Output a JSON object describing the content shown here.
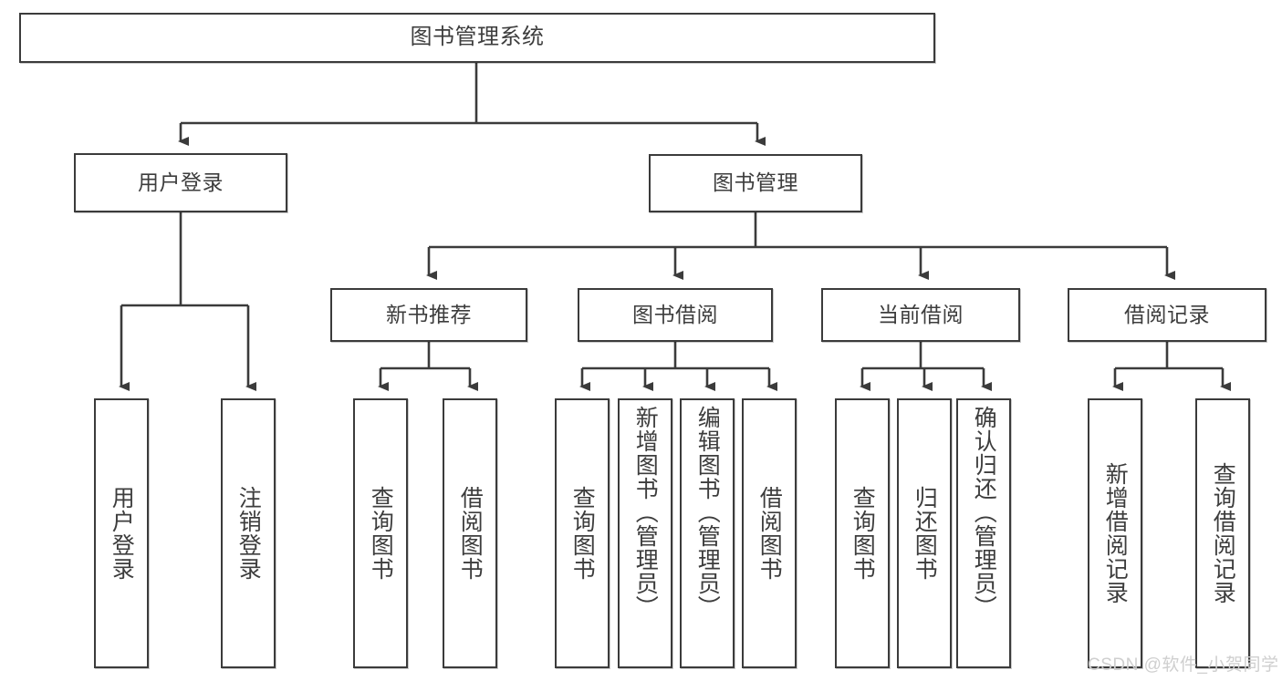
{
  "diagram": {
    "type": "tree-hierarchy-chart",
    "title": "图书管理系统",
    "watermark": "CSDN @软件_小贺同学",
    "colors": {
      "box_border": "#3b3b3b",
      "box_fill": "#ffffff",
      "text": "#3d3d3d",
      "edge": "#3b3b3b",
      "watermark": "#cfcfcf",
      "background": "#ffffff"
    },
    "nodes": {
      "root": {
        "id": "root",
        "label": "图书管理系统",
        "level": 1,
        "orientation": "horizontal"
      },
      "level2": [
        {
          "id": "user-login",
          "label": "用户登录",
          "level": 2,
          "orientation": "horizontal"
        },
        {
          "id": "book-manage",
          "label": "图书管理",
          "level": 2,
          "orientation": "horizontal"
        }
      ],
      "level3": [
        {
          "id": "new-book-recommend",
          "label": "新书推荐",
          "level": 3,
          "orientation": "horizontal",
          "parent": "book-manage"
        },
        {
          "id": "book-borrow",
          "label": "图书借阅",
          "level": 3,
          "orientation": "horizontal",
          "parent": "book-manage"
        },
        {
          "id": "current-borrow",
          "label": "当前借阅",
          "level": 3,
          "orientation": "horizontal",
          "parent": "book-manage"
        },
        {
          "id": "borrow-record",
          "label": "借阅记录",
          "level": 3,
          "orientation": "horizontal",
          "parent": "book-manage"
        }
      ],
      "leaves": [
        {
          "id": "leaf-user-login",
          "label": "用户登录",
          "parent": "user-login",
          "orientation": "vertical"
        },
        {
          "id": "leaf-logout-login",
          "label": "注销登录",
          "parent": "user-login",
          "orientation": "vertical"
        },
        {
          "id": "leaf-query-book-1",
          "label": "查询图书",
          "parent": "new-book-recommend",
          "orientation": "vertical"
        },
        {
          "id": "leaf-borrow-book-1",
          "label": "借阅图书",
          "parent": "new-book-recommend",
          "orientation": "vertical"
        },
        {
          "id": "leaf-query-book-2",
          "label": "查询图书",
          "parent": "book-borrow",
          "orientation": "vertical"
        },
        {
          "id": "leaf-add-book",
          "label": "新增图书（管理员）",
          "parent": "book-borrow",
          "orientation": "vertical"
        },
        {
          "id": "leaf-edit-book",
          "label": "编辑图书（管理员）",
          "parent": "book-borrow",
          "orientation": "vertical"
        },
        {
          "id": "leaf-borrow-book-2",
          "label": "借阅图书",
          "parent": "book-borrow",
          "orientation": "vertical"
        },
        {
          "id": "leaf-query-book-3",
          "label": "查询图书",
          "parent": "current-borrow",
          "orientation": "vertical"
        },
        {
          "id": "leaf-return-book",
          "label": "归还图书",
          "parent": "current-borrow",
          "orientation": "vertical"
        },
        {
          "id": "leaf-confirm-return",
          "label": "确认归还（管理员）",
          "parent": "current-borrow",
          "orientation": "vertical"
        },
        {
          "id": "leaf-add-record",
          "label": "新增借阅记录",
          "parent": "borrow-record",
          "orientation": "vertical"
        },
        {
          "id": "leaf-query-record",
          "label": "查询借阅记录",
          "parent": "borrow-record",
          "orientation": "vertical"
        }
      ]
    }
  }
}
